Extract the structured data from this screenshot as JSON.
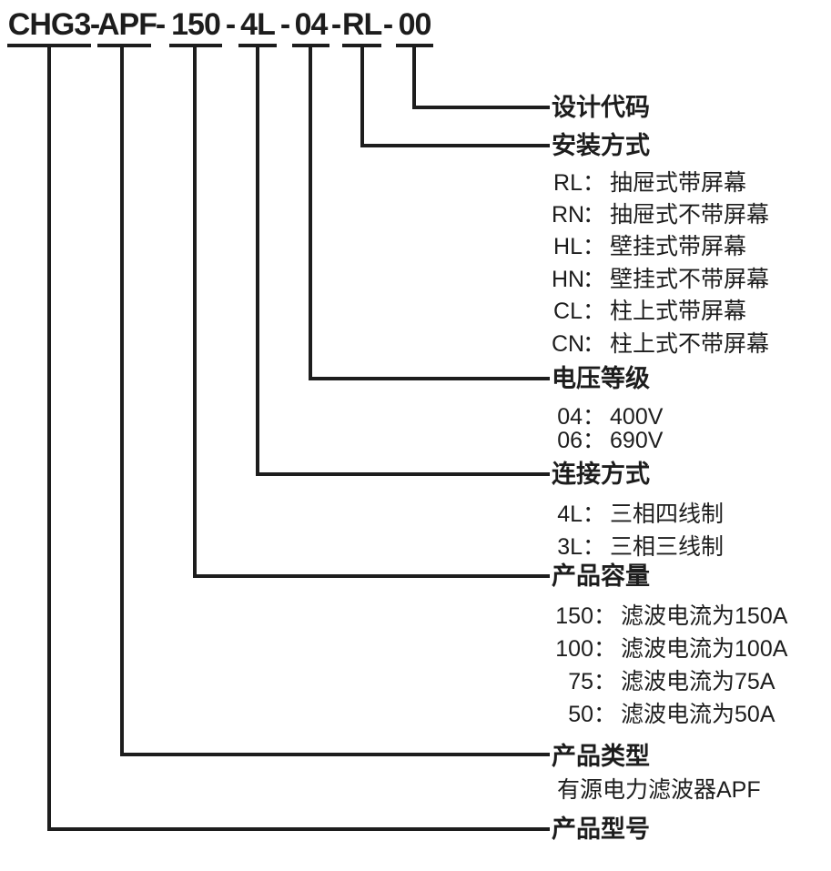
{
  "page": {
    "background": "#ffffff",
    "ink": "#1d1d1d"
  },
  "model_code": {
    "segments": [
      "CHG3",
      "APF",
      "150",
      "4L",
      "04",
      "RL",
      "00"
    ],
    "separator": "-"
  },
  "punctuation": {
    "colon": "："
  },
  "legend": [
    {
      "title": "设计代码",
      "items": []
    },
    {
      "title": "安装方式",
      "items": [
        {
          "code": "RL",
          "desc": "抽屉式带屏幕"
        },
        {
          "code": "RN",
          "desc": "抽屉式不带屏幕"
        },
        {
          "code": "HL",
          "desc": "壁挂式带屏幕"
        },
        {
          "code": "HN",
          "desc": "壁挂式不带屏幕"
        },
        {
          "code": "CL",
          "desc": "柱上式带屏幕"
        },
        {
          "code": "CN",
          "desc": "柱上式不带屏幕"
        }
      ]
    },
    {
      "title": "电压等级",
      "items": [
        {
          "code": "04",
          "desc": "400V"
        },
        {
          "code": "06",
          "desc": "690V"
        }
      ]
    },
    {
      "title": "连接方式",
      "items": [
        {
          "code": "4L",
          "desc": "三相四线制"
        },
        {
          "code": "3L",
          "desc": "三相三线制"
        }
      ]
    },
    {
      "title": "产品容量",
      "items": [
        {
          "code": "150",
          "desc": "滤波电流为150A"
        },
        {
          "code": "100",
          "desc": "滤波电流为100A"
        },
        {
          "code": "75",
          "desc": "滤波电流为75A"
        },
        {
          "code": "50",
          "desc": "滤波电流为50A"
        }
      ]
    },
    {
      "title": "产品类型",
      "note": "有源电力滤波器APF"
    },
    {
      "title": "产品型号"
    }
  ]
}
